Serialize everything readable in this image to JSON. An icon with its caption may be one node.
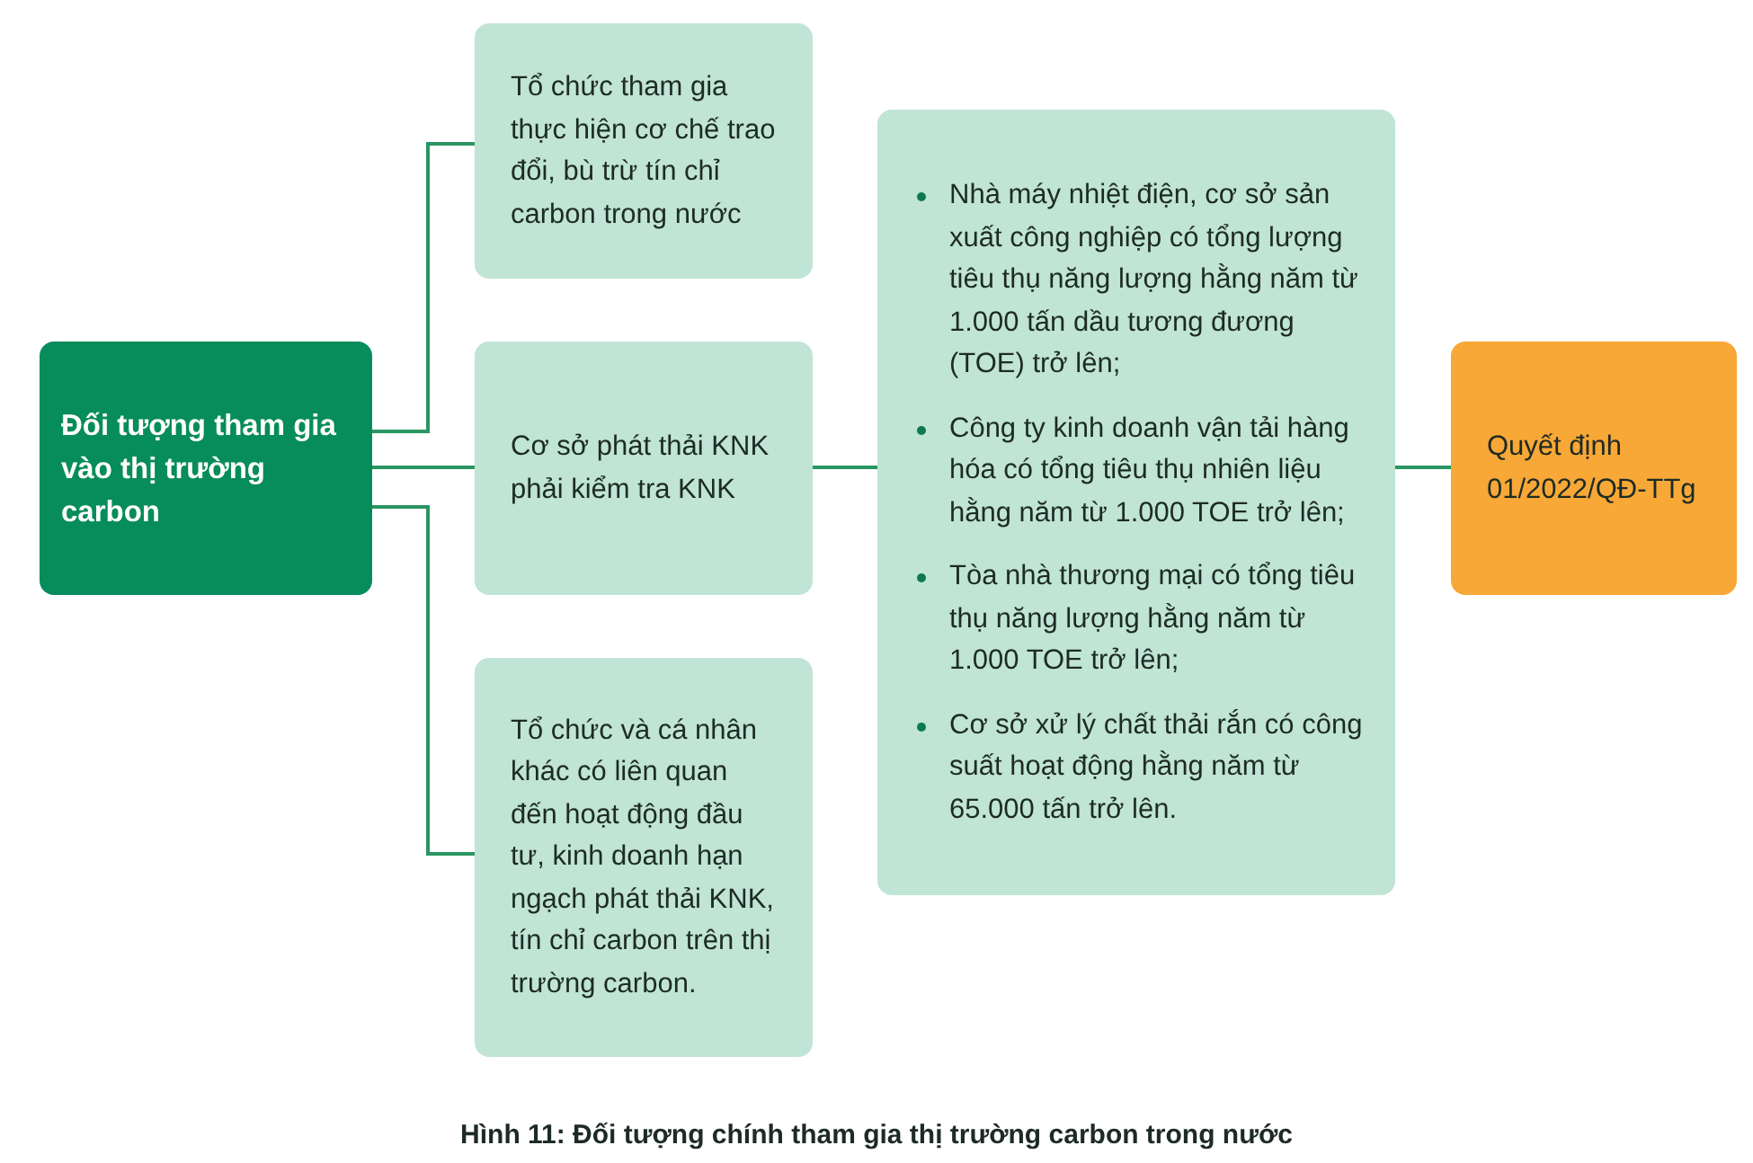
{
  "diagram": {
    "caption": "Hình 11: Đối tượng chính tham gia thị trường carbon trong nước",
    "nodes": [
      {
        "text": [
          "Đối tượng tham gia vào thị trường carbon"
        ]
      },
      {
        "text": [
          "Tổ chức tham gia thực hiện cơ chế trao đổi, bù trừ tín chỉ carbon trong nước"
        ]
      },
      {
        "text": [
          "Cơ sở phát thải KNK phải kiểm tra KNK"
        ]
      },
      {
        "text": [
          "Tổ chức và cá nhân khác có liên quan đến hoạt động đầu tư, kinh doanh hạn ngạch phát thải KNK, tín chỉ carbon trên thị trường carbon."
        ]
      },
      {
        "text": [
          "Nhà máy nhiệt điện, cơ sở sản xuất công nghiệp có tổng lượng tiêu thụ năng lượng hằng năm từ 1.000 tấn dầu tương đương (TOE) trở lên;",
          "Công ty kinh doanh vận tải hàng hóa có tổng tiêu thụ nhiên liệu hằng năm từ 1.000 TOE trở lên;",
          "Tòa nhà thương mại có tổng tiêu thụ năng lượng hằng năm từ 1.000 TOE trở lên;",
          "Cơ sở xử lý chất thải rắn có công suất hoạt động hằng năm từ 65.000 tấn trở lên."
        ]
      },
      {
        "text": [
          "Quyết định 01/2022/QĐ-TTg"
        ]
      }
    ],
    "edges": [
      {
        "from": 0,
        "to": 1,
        "arrow": "none"
      },
      {
        "from": 0,
        "to": 2,
        "arrow": "none"
      },
      {
        "from": 0,
        "to": 3,
        "arrow": "none"
      },
      {
        "from": 2,
        "to": 4,
        "arrow": "none"
      },
      {
        "from": 4,
        "to": 5,
        "arrow": "none"
      }
    ]
  }
}
